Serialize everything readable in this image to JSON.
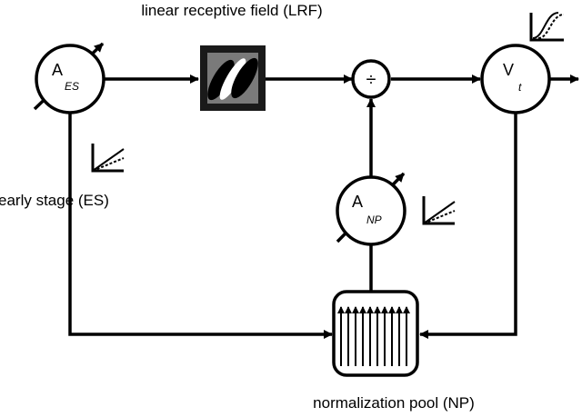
{
  "labels": {
    "lrf": "linear receptive field (LRF)",
    "es": "early stage (ES)",
    "np": "normalization pool (NP)"
  },
  "nodes": {
    "a_es": {
      "main": "A",
      "sub": "ES"
    },
    "divide": {
      "symbol": "÷"
    },
    "v_t": {
      "main": "V",
      "sub": "t"
    },
    "a_np": {
      "main": "A",
      "sub": "NP"
    }
  },
  "colors": {
    "ink": "#000000",
    "lrf_frame": "#1a1a1a",
    "lrf_fill": "#7a7a7a"
  }
}
